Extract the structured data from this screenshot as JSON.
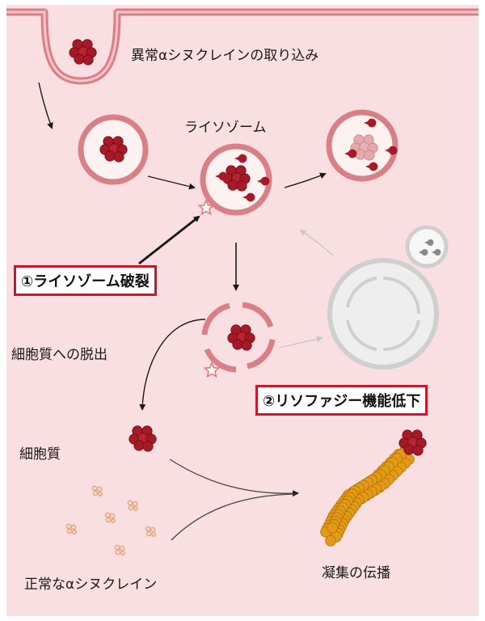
{
  "labels": {
    "uptake": "異常αシヌクレインの取り込み",
    "lysosome": "ライソゾーム",
    "escape": "細胞質への脱出",
    "cytoplasm": "細胞質",
    "normal": "正常なαシヌクレイン",
    "propagation": "凝集の伝播"
  },
  "callouts": {
    "rupture": "①ライソゾーム破裂",
    "lysophagy": "②リソファジー機能低下"
  },
  "colors": {
    "background": "#f9dfe2",
    "membrane": "#d98086",
    "aggregate": "#a51a26",
    "fibril": "#e39a16",
    "callout_border": "#d0152a",
    "star": "#e07a80",
    "normal_protein": "#e6a97d",
    "autophagosome": "#cccccc"
  }
}
